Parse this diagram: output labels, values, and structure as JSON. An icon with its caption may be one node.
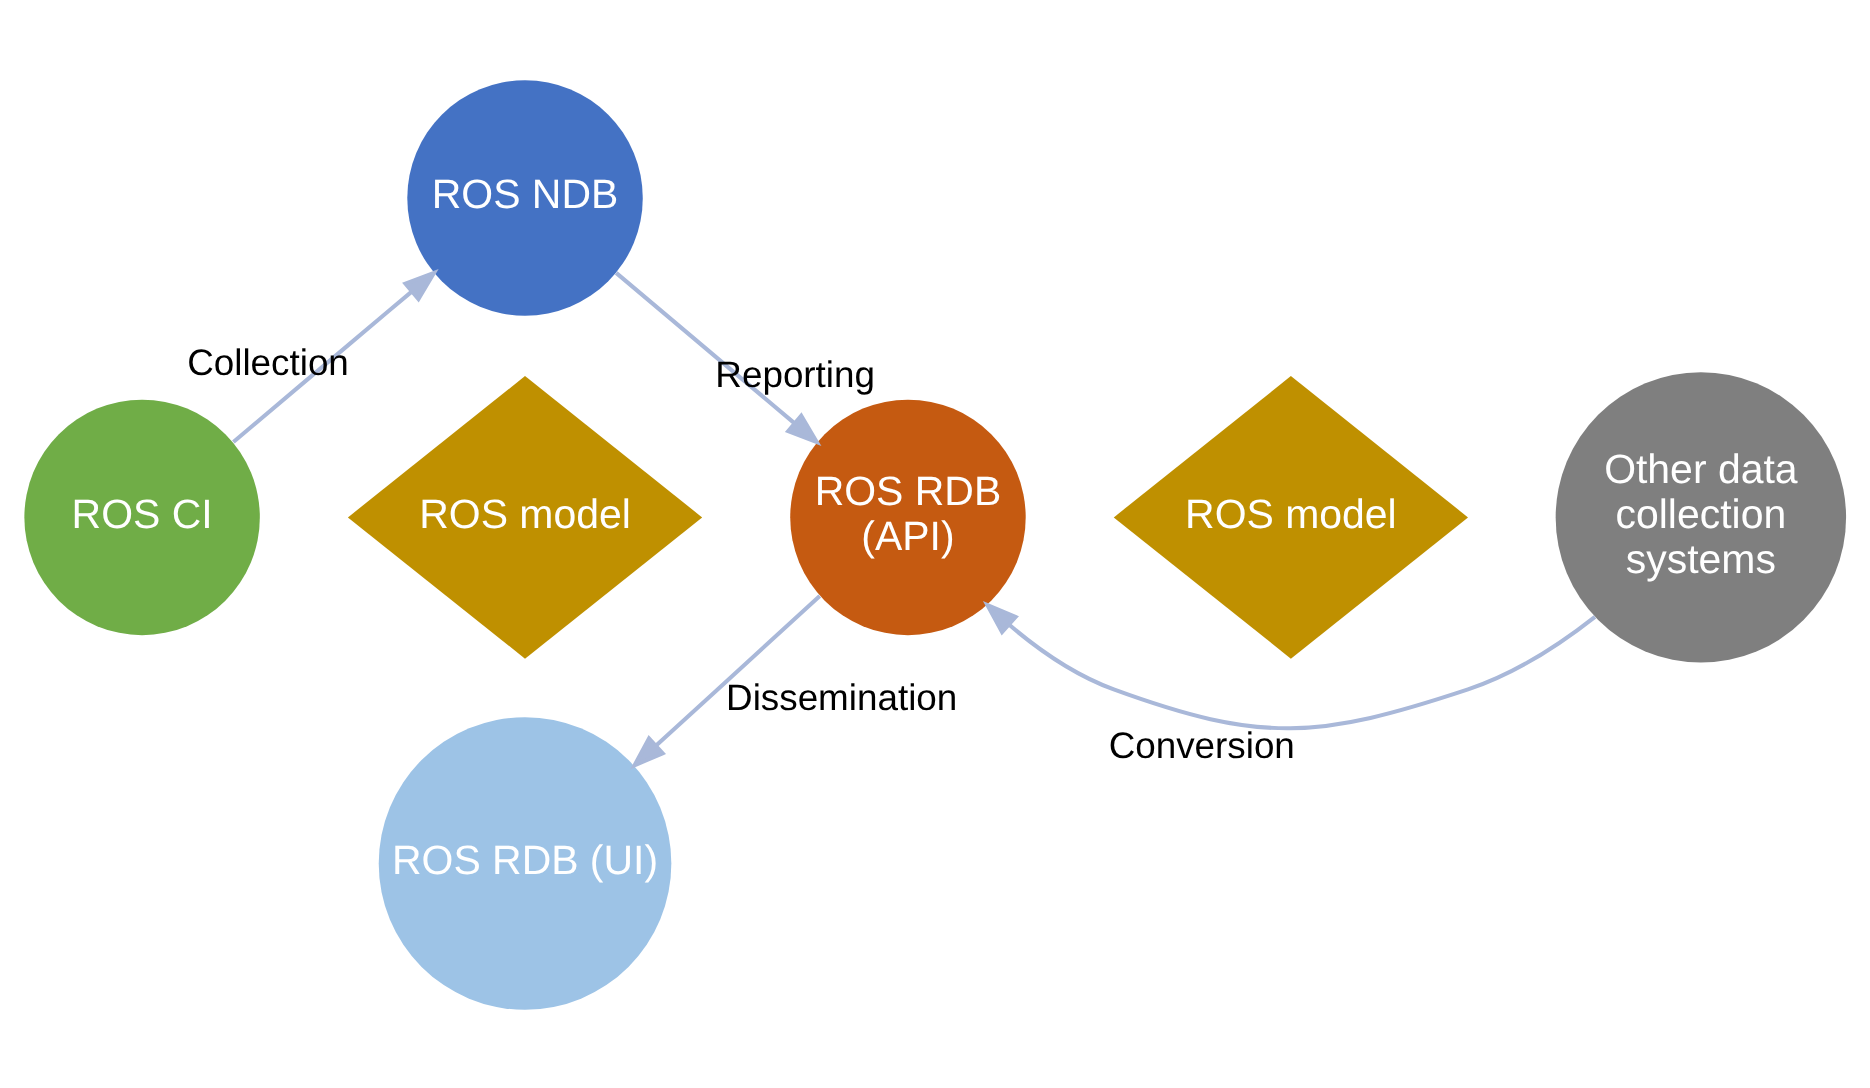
{
  "diagram": {
    "nodes": [
      {
        "text": [
          "ROS NDB"
        ]
      },
      {
        "text": [
          "ROS CI"
        ]
      },
      {
        "text": [
          "ROS model"
        ]
      },
      {
        "text": [
          "ROS RDB (API)"
        ]
      },
      {
        "text": [
          "ROS model"
        ]
      },
      {
        "text": [
          "Other data collection systems"
        ]
      },
      {
        "text": [
          "ROS RDB (UI)"
        ]
      }
    ],
    "edges": [
      {
        "from": 1,
        "to": 0,
        "arrow": "to",
        "label": "Collection"
      },
      {
        "from": 0,
        "to": 3,
        "arrow": "to",
        "label": "Reporting"
      },
      {
        "from": 3,
        "to": 6,
        "arrow": "to",
        "label": "Dissemination"
      },
      {
        "from": 5,
        "to": 3,
        "arrow": "to",
        "label": "Conversion"
      }
    ]
  }
}
